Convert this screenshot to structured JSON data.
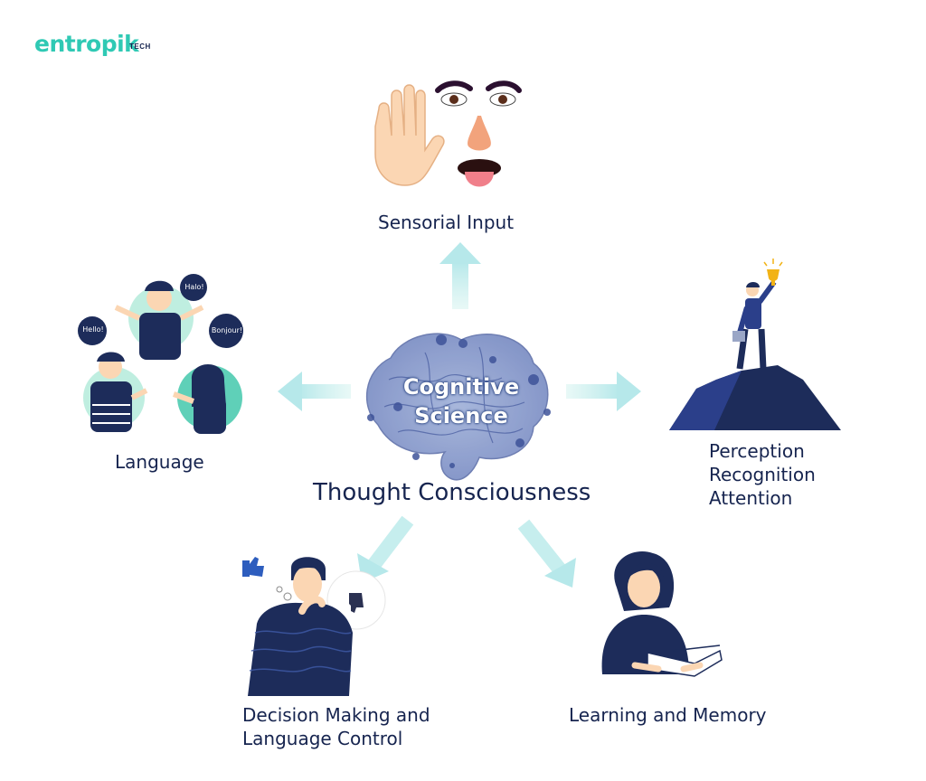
{
  "logo": {
    "name": "entropik",
    "suffix": "TECH"
  },
  "center": {
    "brain_line1": "Cognitive",
    "brain_line2": "Science",
    "title": "Thought Consciousness"
  },
  "nodes": {
    "sensorial": {
      "label": "Sensorial Input"
    },
    "language": {
      "label": "Language",
      "bubbles": [
        "Hello!",
        "Halo!",
        "Bonjour!"
      ]
    },
    "perception": {
      "line1": "Perception",
      "line2": "Recognition",
      "line3": "Attention"
    },
    "decision": {
      "line1": "Decision Making and",
      "line2": "Language Control"
    },
    "learning": {
      "label": "Learning and Memory"
    }
  },
  "colors": {
    "navy": "#16244f",
    "accent": "#2fc9b4",
    "arrow": "#bdebea",
    "skin": "#fbd6b3"
  }
}
